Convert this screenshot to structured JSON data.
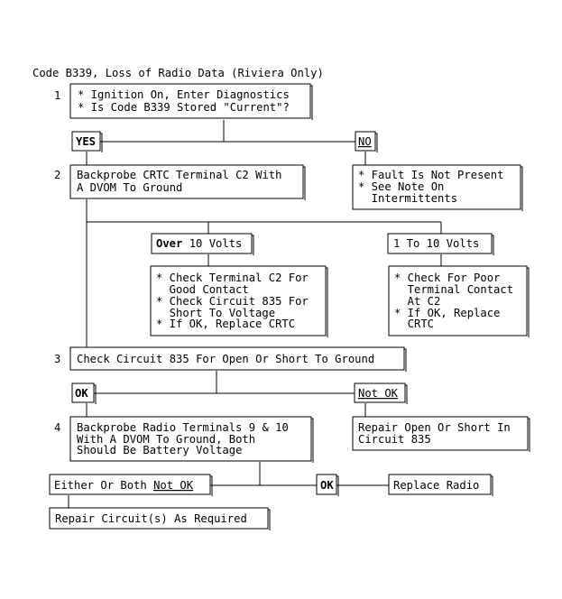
{
  "title": "Code B339, Loss of Radio Data (Riviera Only)",
  "steps": {
    "s1": {
      "num": "1",
      "lines": [
        "* Ignition On, Enter Diagnostics",
        "* Is Code B339 Stored \"Current\"?"
      ]
    },
    "s2": {
      "num": "2",
      "lines": [
        "Backprobe CRTC Terminal C2 With",
        "A DVOM To Ground"
      ]
    },
    "s3": {
      "num": "3",
      "lines": [
        "Check Circuit 835 For Open Or Short To Ground"
      ]
    },
    "s4": {
      "num": "4",
      "lines": [
        "Backprobe Radio Terminals 9 & 10",
        "With A DVOM To Ground, Both",
        "Should Be Battery Voltage"
      ]
    }
  },
  "branches": {
    "s1_yes": "YES",
    "s1_no": "NO",
    "s2_over_bold": "Over",
    "s2_over_rest": " 10 Volts",
    "s2_range": "1 To 10 Volts",
    "s3_ok": "OK",
    "s3_notok": "Not OK",
    "s4_either_prefix": "Either Or Both ",
    "s4_either_notok": "Not OK",
    "s4_ok": "OK"
  },
  "results": {
    "fault_not_present": [
      "* Fault Is Not Present",
      "* See Note On",
      "  Intermittents"
    ],
    "over_actions": [
      "* Check Terminal C2 For",
      "  Good Contact",
      "* Check Circuit 835 For",
      "  Short To Voltage",
      "* If OK, Replace CRTC"
    ],
    "range_actions": [
      "* Check For Poor",
      "  Terminal Contact",
      "  At C2",
      "* If OK, Replace",
      "  CRTC"
    ],
    "repair_835": [
      "Repair Open Or Short In",
      "Circuit 835"
    ],
    "replace_radio": "Replace Radio",
    "repair_circuits": "Repair Circuit(s) As Required"
  }
}
